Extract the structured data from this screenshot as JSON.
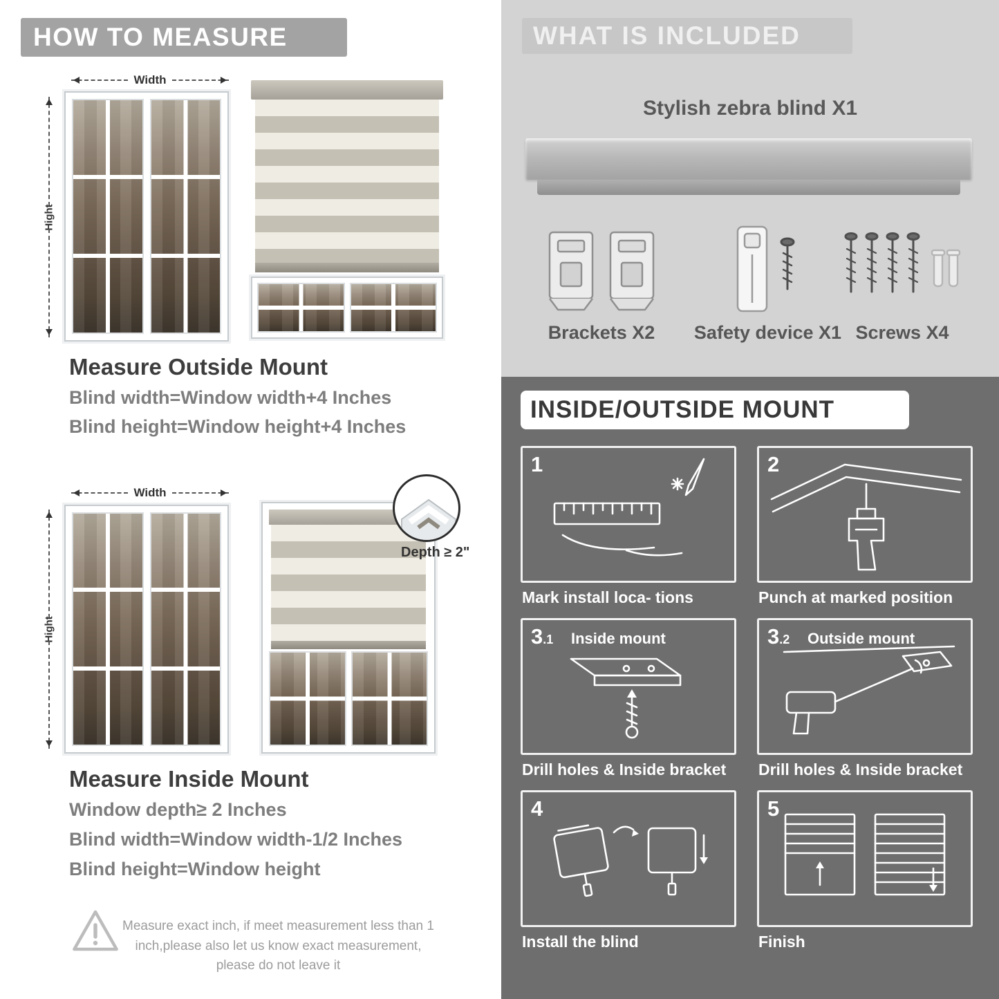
{
  "colors": {
    "header_gray": "#a3a3a3",
    "panel_light": "#d3d3d3",
    "panel_dark": "#6e6e6e",
    "stripe_dark": "#c5c0b4",
    "stripe_light": "#efece4"
  },
  "left": {
    "header": "HOW TO MEASURE",
    "outside": {
      "title": "Measure Outside Mount",
      "line1": "Blind width=Window width+4 Inches",
      "line2": "Blind height=Window height+4 Inches",
      "width_label": "Width",
      "height_label": "Hight"
    },
    "inside": {
      "title": "Measure Inside Mount",
      "depth_label": "Depth ≥ 2\"",
      "line1": "Window depth≥ 2 Inches",
      "line2": "Blind width=Window width-1/2 Inches",
      "line3": "Blind height=Window height",
      "width_label": "Width",
      "height_label": "Hight"
    },
    "note": "Measure exact inch, if meet measurement less than 1 inch,please also let us know exact measurement, please do not leave it"
  },
  "included": {
    "header": "WHAT IS INCLUDED",
    "product": "Stylish zebra blind X1",
    "items": [
      {
        "label": "Brackets X2",
        "icon": "bracket-icon"
      },
      {
        "label": "Safety device X1",
        "icon": "safety-device-icon"
      },
      {
        "label": "Screws X4",
        "icon": "screws-icon"
      }
    ]
  },
  "mount": {
    "header": "INSIDE/OUTSIDE MOUNT",
    "steps": [
      {
        "num": "1",
        "sub": "",
        "title": "",
        "caption": "Mark install loca- tions"
      },
      {
        "num": "2",
        "sub": "",
        "title": "",
        "caption": "Punch at  marked position"
      },
      {
        "num": "3",
        "sub": ".1",
        "title": "Inside mount",
        "caption": "Drill holes &  Inside bracket"
      },
      {
        "num": "3",
        "sub": ".2",
        "title": "Outside mount",
        "caption": "Drill holes &  Inside bracket"
      },
      {
        "num": "4",
        "sub": "",
        "title": "",
        "caption": "Install the blind"
      },
      {
        "num": "5",
        "sub": "",
        "title": "",
        "caption": "Finish"
      }
    ]
  }
}
